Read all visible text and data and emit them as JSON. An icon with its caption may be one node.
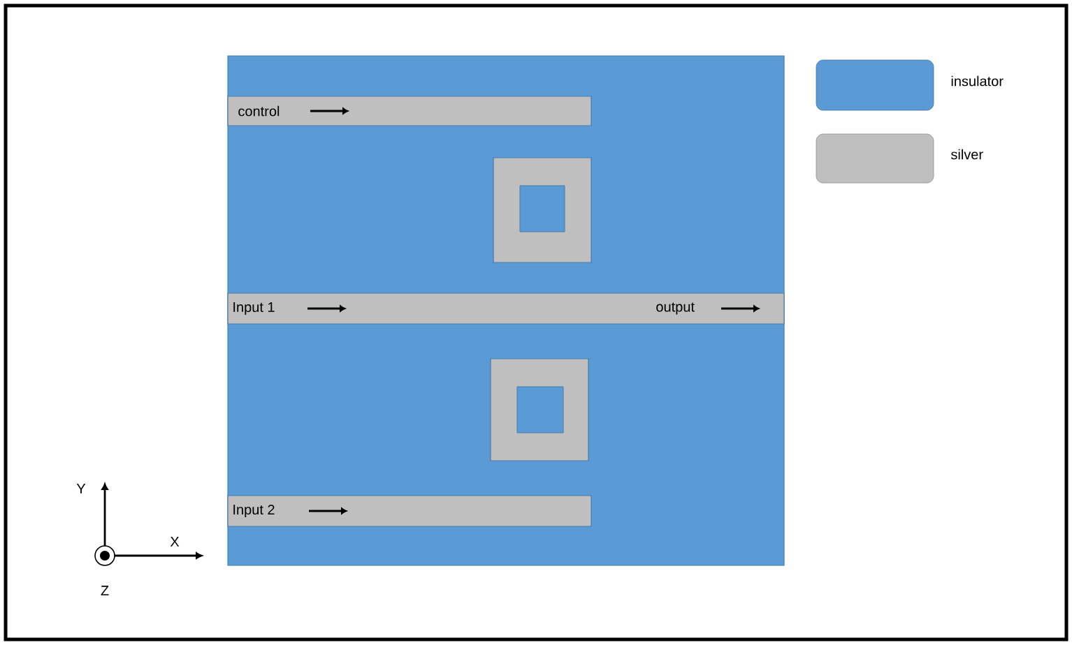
{
  "diagram": {
    "nodes": [
      {
        "text": [],
        "shape": "box"
      },
      {
        "text": [
          "control"
        ],
        "in": 0
      },
      {
        "text": [],
        "shape": "box",
        "in": 0
      },
      {
        "text": [
          "Input 1",
          "output"
        ],
        "in": 0
      },
      {
        "text": [],
        "shape": "box",
        "in": 0
      },
      {
        "text": [
          "Input 2"
        ],
        "in": 0
      }
    ],
    "labels": [
      "Y",
      "X",
      "Z"
    ],
    "legend": [
      {
        "text": "insulator",
        "color": "#5b9bd5"
      },
      {
        "text": "silver",
        "color": "#bfbfbf"
      }
    ]
  }
}
